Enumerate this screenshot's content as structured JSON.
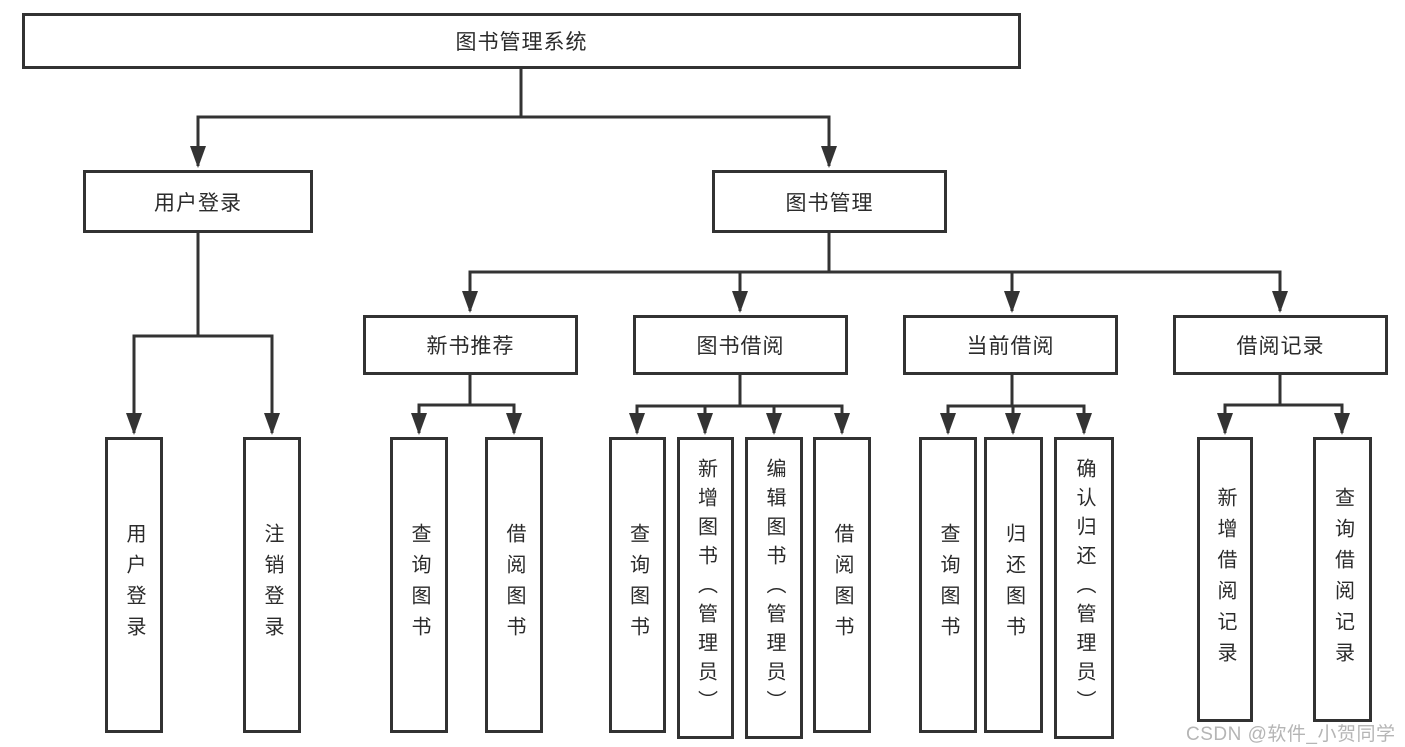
{
  "diagram": {
    "title": "图书管理系统",
    "root": {
      "label": "图书管理系统"
    },
    "level2": [
      {
        "id": "user_login",
        "label": "用户登录"
      },
      {
        "id": "book_management",
        "label": "图书管理"
      }
    ],
    "level3": [
      {
        "id": "new_book_recommend",
        "label": "新书推荐"
      },
      {
        "id": "book_borrow",
        "label": "图书借阅"
      },
      {
        "id": "current_borrow",
        "label": "当前借阅"
      },
      {
        "id": "borrow_records",
        "label": "借阅记录"
      }
    ],
    "leaves": {
      "user_login": [
        "用户登录",
        "注销登录"
      ],
      "new_book_recommend": [
        "查询图书",
        "借阅图书"
      ],
      "book_borrow": [
        "查询图书",
        "新增图书（管理员）",
        "编辑图书（管理员）",
        "借阅图书"
      ],
      "current_borrow": [
        "查询图书",
        "归还图书",
        "确认归还（管理员）"
      ],
      "borrow_records": [
        "新增借阅记录",
        "查询借阅记录"
      ]
    },
    "line_color": "#333333",
    "border_color": "#323232",
    "watermark": "CSDN @软件_小贺同学"
  }
}
